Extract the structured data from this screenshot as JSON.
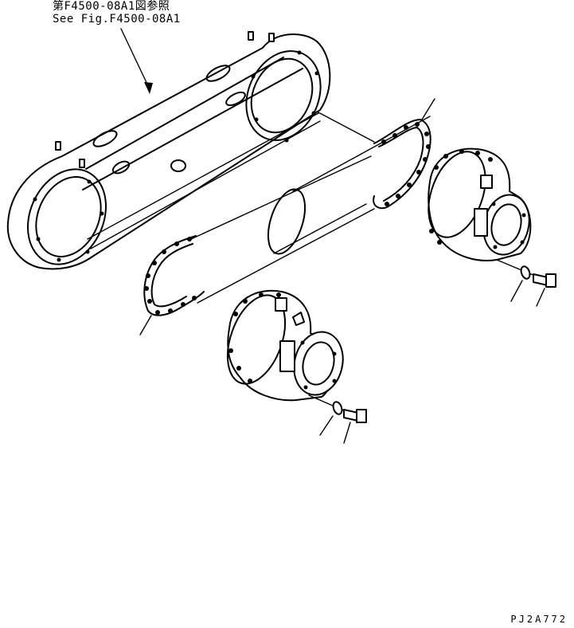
{
  "reference": {
    "japanese": "第F4500-08A1図参照",
    "english": "See Fig.F4500-08A1"
  },
  "drawing_code": "PJ2A772",
  "colors": {
    "line": "#000000",
    "background": "#ffffff"
  }
}
